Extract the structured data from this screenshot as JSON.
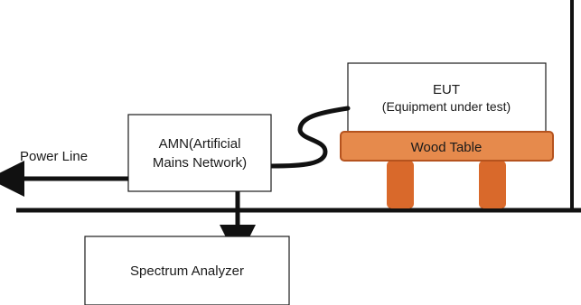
{
  "labels": {
    "eut_title": "EUT",
    "eut_subtitle": "(Equipment under test)",
    "wood_table": "Wood Table",
    "amn_line1": "AMN(Artificial",
    "amn_line2": "Mains Network)",
    "power_line": "Power Line",
    "spectrum_analyzer": "Spectrum Analyzer"
  },
  "colors": {
    "line": "#111111",
    "box_border": "#1a1a1a",
    "table_top": "#e68a4c",
    "table_legs": "#d9692b",
    "table_border": "#b5531e",
    "background": "#ffffff"
  }
}
